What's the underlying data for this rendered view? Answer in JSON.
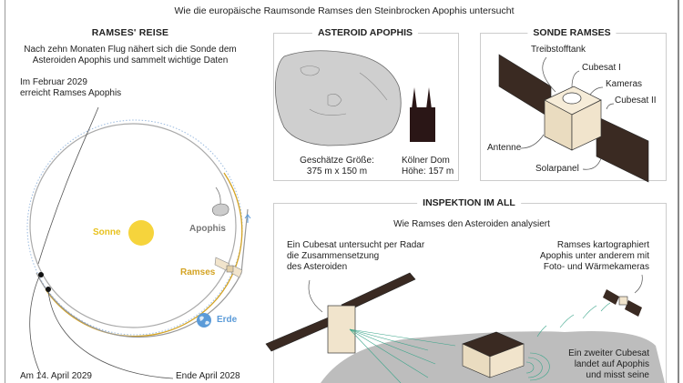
{
  "subtitle": "Wie die europäische Raumsonde Ramses den Steinbrocken Apophis untersucht",
  "journey": {
    "title": "RAMSES' REISE",
    "intro_line1": "Nach zehn Monaten Flug nähert sich die Sonde dem",
    "intro_line2": "Asteroiden Apophis und sammelt wichtige Daten",
    "feb_line1": "Im Februar 2029",
    "feb_line2": "erreicht Ramses Apophis",
    "sun": "Sonne",
    "apophis": "Apophis",
    "ramses": "Ramses",
    "earth": "Erde",
    "april2029": "Am 14. April 2029",
    "april2028": "Ende April 2028"
  },
  "asteroid": {
    "title": "ASTEROID APOPHIS",
    "size_label": "Geschätze Größe:",
    "size_value": "375 m x 150 m",
    "dom_label": "Kölner Dom",
    "dom_height": "Höhe: 157 m"
  },
  "probe": {
    "title": "SONDE RAMSES",
    "labels": [
      "Treibstofftank",
      "Cubesat I",
      "Kameras",
      "Cubesat II",
      "Antenne",
      "Solarpanel"
    ]
  },
  "inspection": {
    "title": "INSPEKTION IM ALL",
    "subtitle": "Wie Ramses den Asteroiden analysiert",
    "left_text": [
      "Ein Cubesat untersucht per Radar",
      "die Zusammensetzung",
      "des Asteroiden"
    ],
    "right_text": [
      "Ramses kartographiert",
      "Apophis unter anderem mit",
      "Foto- und Wärmekameras"
    ],
    "bottom_text": [
      "Ein zweiter Cubesat",
      "landet auf Apophis",
      "und misst seine"
    ]
  },
  "colors": {
    "sun": "#f6d43c",
    "ramses": "#d4a323",
    "earth": "#5b9bd8",
    "apophis": "#8a8a8a",
    "radar": "#3aa58a",
    "panel": "#3a2a22",
    "body": "#f1e4cc"
  }
}
